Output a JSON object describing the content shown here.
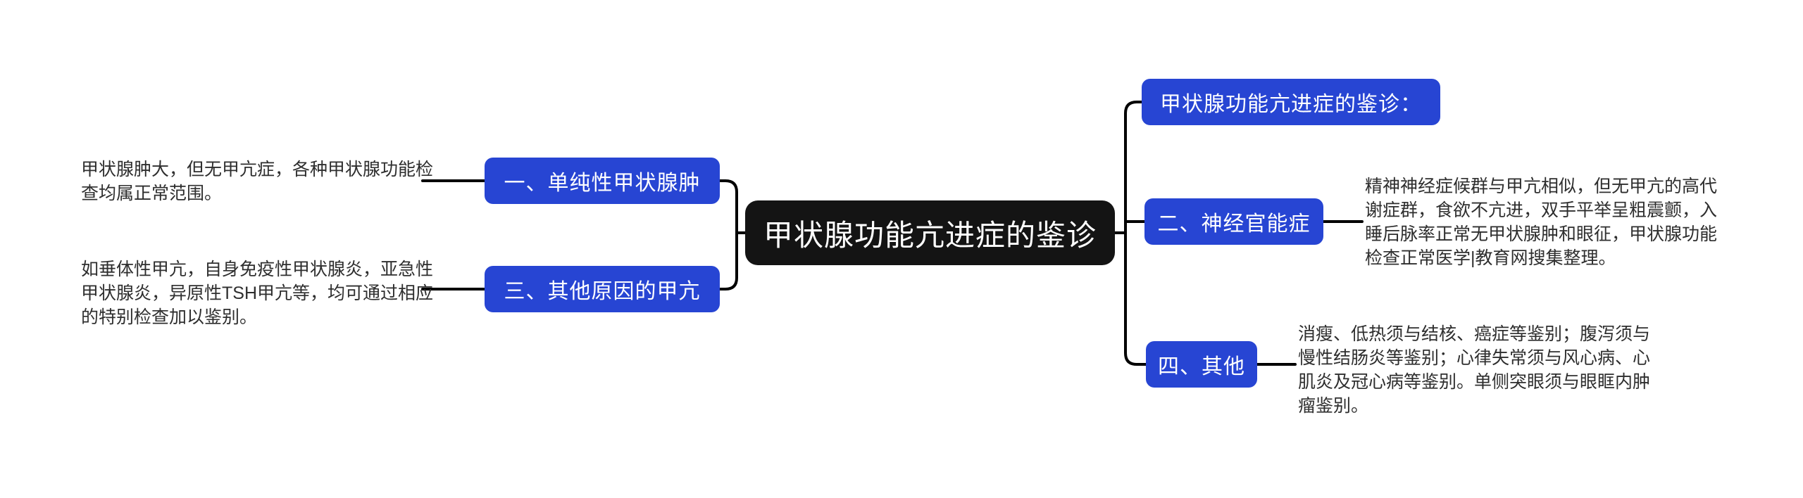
{
  "colors": {
    "node_blue": "#2745d3",
    "node_black": "#141414",
    "connector": "#000000",
    "note_text": "#2e2e2e",
    "node_text": "#ffffff",
    "background": "#ffffff"
  },
  "central": {
    "label": "甲状腺功能亢进症的鉴诊"
  },
  "left_branches": [
    {
      "label": "一、单纯性甲状腺肿",
      "note": "甲状腺肿大，但无甲亢症，各种甲状腺功能检\n查均属正常范围。"
    },
    {
      "label": "三、其他原因的甲亢",
      "note": "如垂体性甲亢，自身免疫性甲状腺炎，亚急性\n甲状腺炎，异原性TSH甲亢等，均可通过相应\n的特别检查加以鉴别。"
    }
  ],
  "right_branches": [
    {
      "label": "甲状腺功能亢进症的鉴诊：",
      "note": ""
    },
    {
      "label": "二、神经官能症",
      "note": "精神神经症候群与甲亢相似，但无甲亢的高代\n谢症群，食欲不亢进，双手平举呈粗震颤，入\n睡后脉率正常无甲状腺肿和眼征，甲状腺功能\n检查正常医学|教育网搜集整理。"
    },
    {
      "label": "四、其他",
      "note": "消瘦、低热须与结核、癌症等鉴别；腹泻须与\n慢性结肠炎等鉴别；心律失常须与风心病、心\n肌炎及冠心病等鉴别。单侧突眼须与眼眶内肿\n瘤鉴别。"
    }
  ]
}
